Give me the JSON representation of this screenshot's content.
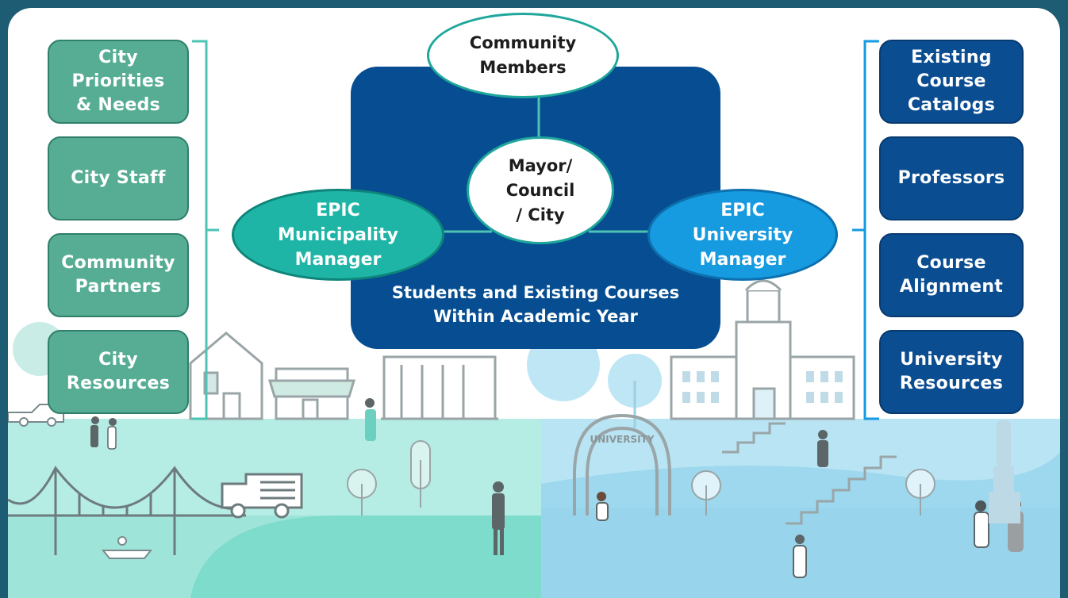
{
  "colors": {
    "frame": "#1d5c73",
    "city_box": "#56ad94",
    "university_box": "#0b4d91",
    "center_box": "#064e91",
    "municipality_manager": "#1fb5a6",
    "university_manager": "#169ae0",
    "connector": "#4ec3b3"
  },
  "city_items": [
    {
      "label": "City\nPriorities\n& Needs"
    },
    {
      "label": "City Staff"
    },
    {
      "label": "Community\nPartners"
    },
    {
      "label": "City\nResources"
    }
  ],
  "university_items": [
    {
      "label": "Existing\nCourse\nCatalogs"
    },
    {
      "label": "Professors"
    },
    {
      "label": "Course\nAlignment"
    },
    {
      "label": "University\nResources"
    }
  ],
  "center": {
    "community": "Community\nMembers",
    "mayor": "Mayor/\nCouncil\n/ City",
    "municipality_manager": "EPIC\nMunicipality\nManager",
    "university_manager": "EPIC\nUniversity\nManager",
    "students": "Students and Existing Courses\nWithin Academic Year"
  },
  "illustration": {
    "arch_text": "UNIVERSITY"
  }
}
